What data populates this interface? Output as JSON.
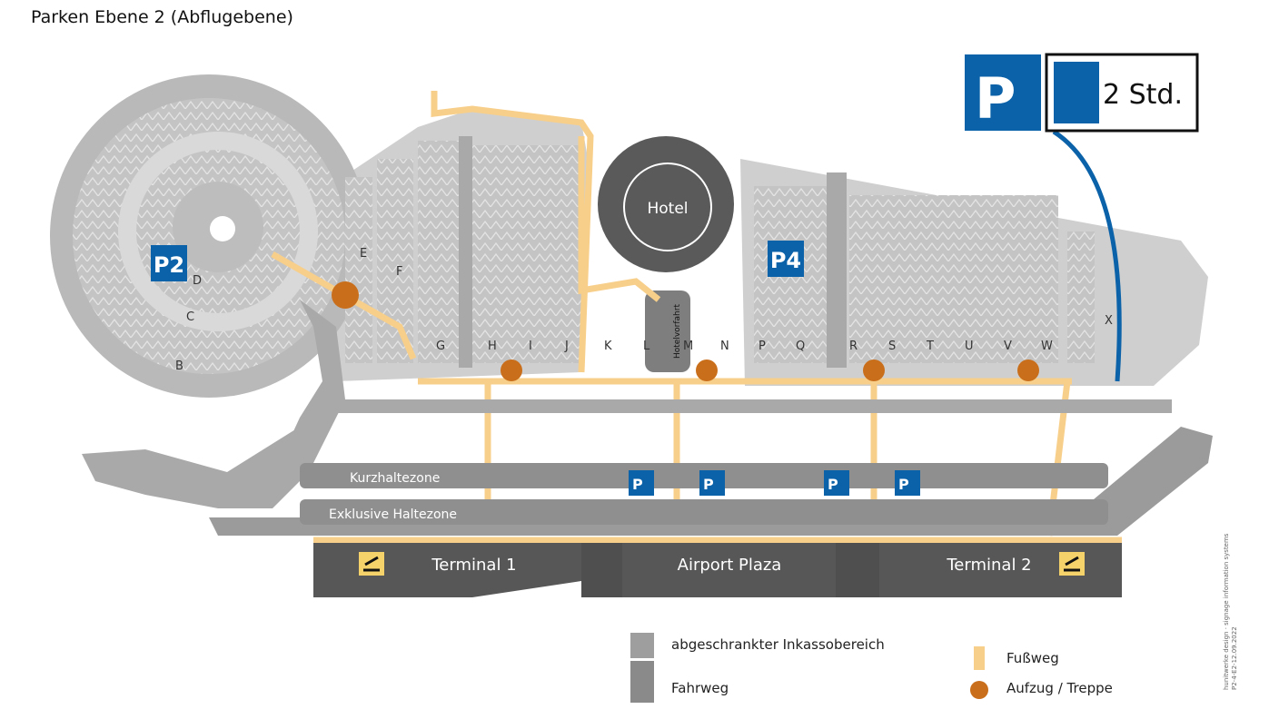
{
  "title": "Parken Ebene 2 (Abflugebene)",
  "labels": {
    "hotel": "Hotel",
    "hotelvorfahrt": "Hotelvorfahrt",
    "kurzhaltezone": "Kurzhaltezone",
    "exklusive": "Exklusive Haltezone",
    "p2": "P2",
    "p4": "P4",
    "rows_p2": [
      "B",
      "C",
      "D"
    ],
    "rows_left": [
      "E",
      "F"
    ],
    "rows_bottom": [
      "G",
      "H",
      "I",
      "J",
      "K",
      "L",
      "M",
      "N",
      "P",
      "Q",
      "R",
      "S",
      "T",
      "U",
      "V",
      "W"
    ],
    "row_x": "X"
  },
  "terminals": [
    "Terminal 1",
    "Airport Plaza",
    "Terminal 2"
  ],
  "sign": {
    "duration": "2 Std.",
    "icons": [
      "parking-disabled-icon",
      "parking-disc-icon"
    ]
  },
  "legend": {
    "barrier": "abgeschrankter Inkassobereich",
    "road": "Fahrweg",
    "footpath": "Fußweg",
    "elevator": "Aufzug / Treppe"
  },
  "credit": [
    "hunitwerke design · signage information systems",
    "P2-4-E2-12.09.2022"
  ],
  "colors": {
    "road": "#a9a9a9",
    "parking": "#c9c9c9",
    "dark": "#5a5a5a",
    "path": "#f8cf8a",
    "blue": "#0b62a8"
  }
}
